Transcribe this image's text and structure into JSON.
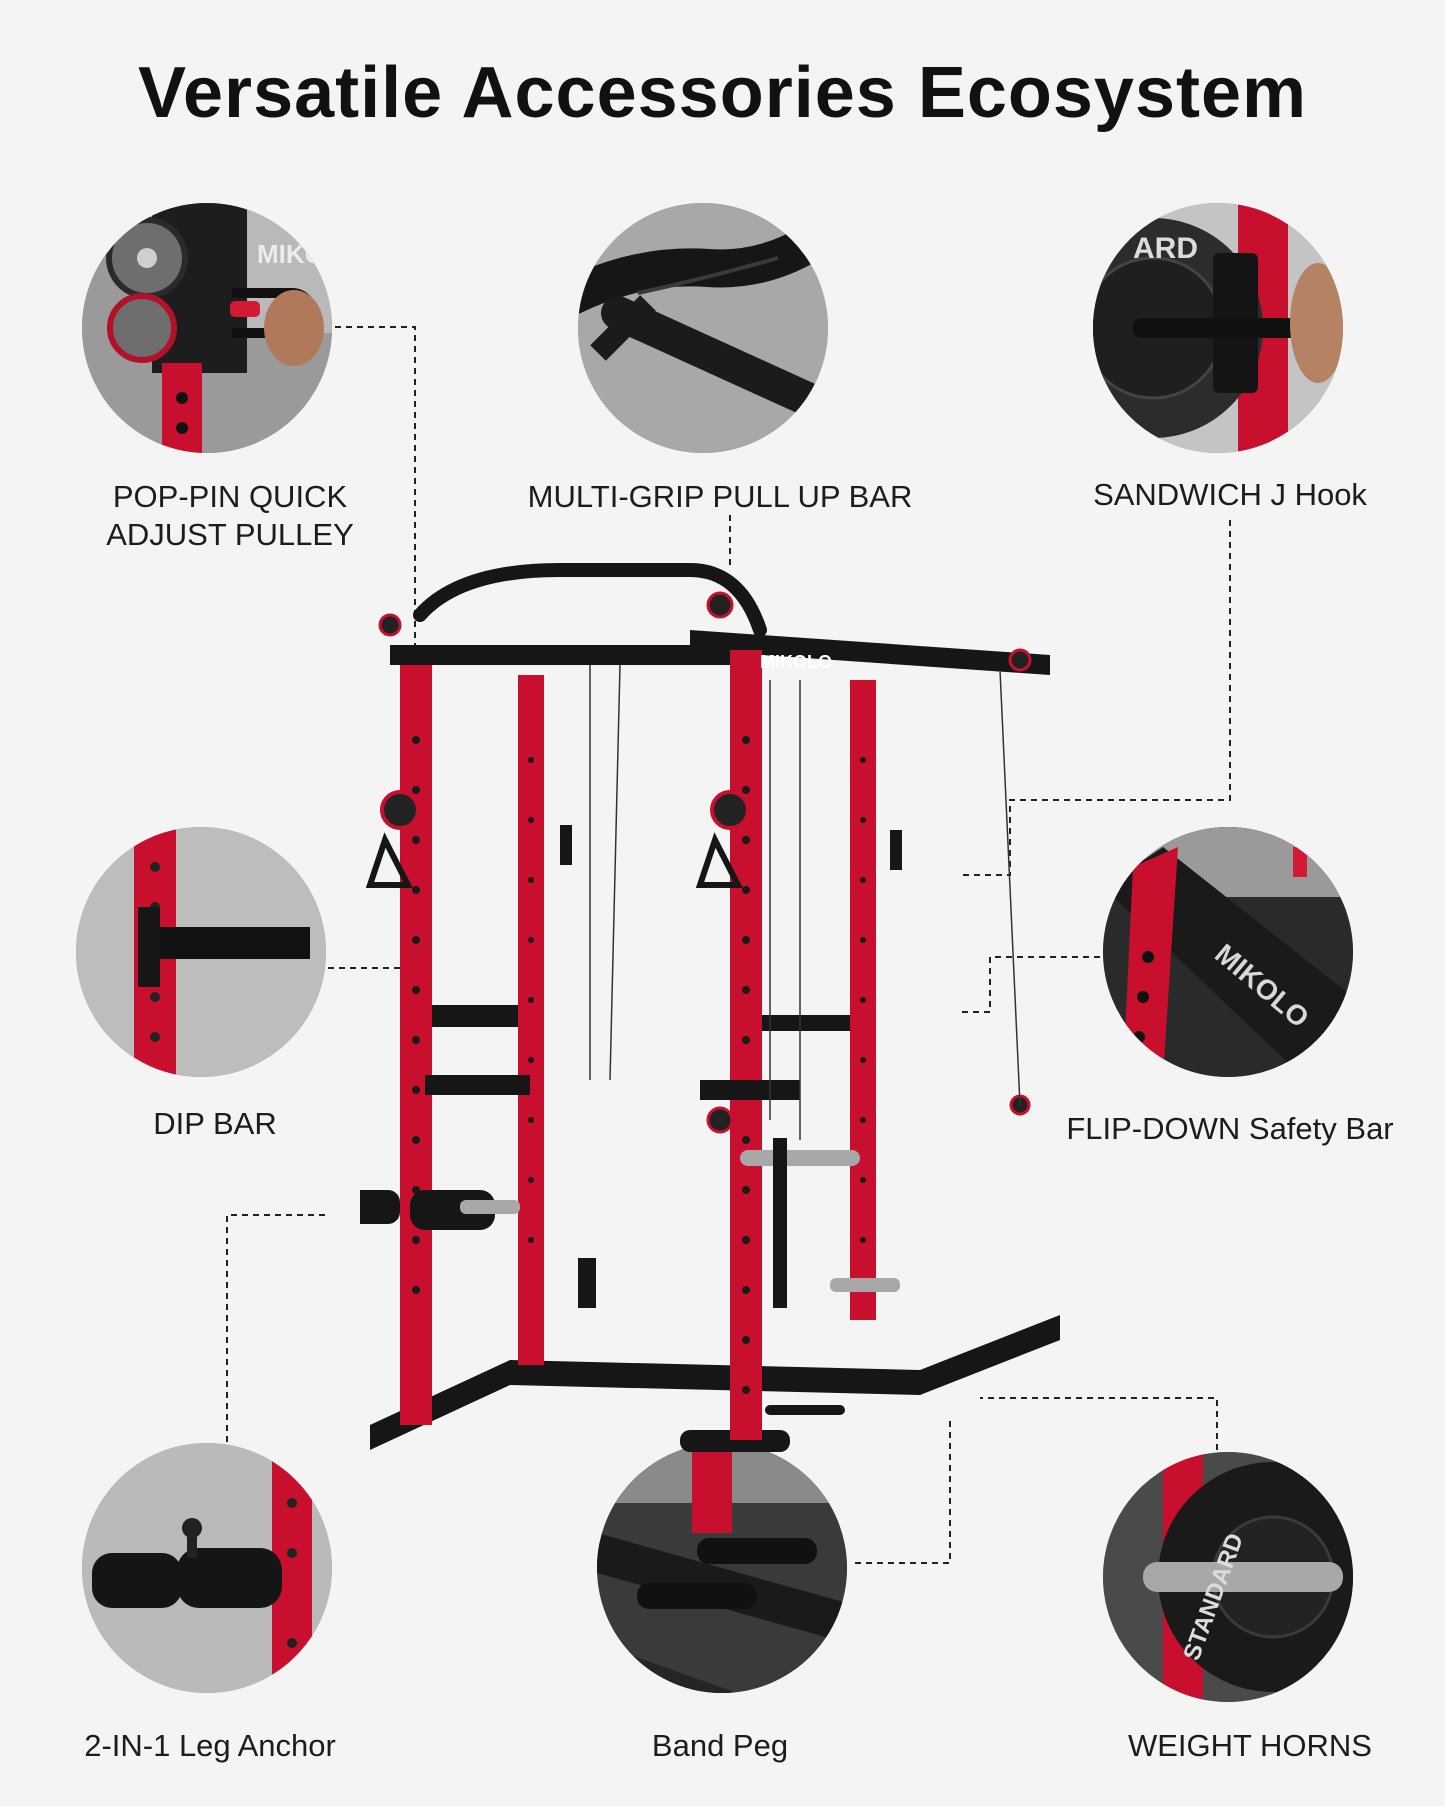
{
  "title": "Versatile Accessories Ecosystem",
  "features": [
    {
      "id": "pulley",
      "label_line1": "POP-PIN QUICK",
      "label_line2": "ADJUST PULLEY"
    },
    {
      "id": "pullup",
      "label_line1": "MULTI-GRIP PULL UP BAR",
      "label_line2": ""
    },
    {
      "id": "jhook",
      "label_line1": "SANDWICH J Hook",
      "label_line2": ""
    },
    {
      "id": "dip",
      "label_line1": "DIP BAR",
      "label_line2": ""
    },
    {
      "id": "safety",
      "label_line1": "FLIP-DOWN Safety Bar",
      "label_line2": ""
    },
    {
      "id": "leg",
      "label_line1": "2-IN-1 Leg Anchor",
      "label_line2": ""
    },
    {
      "id": "peg",
      "label_line1": "Band Peg",
      "label_line2": ""
    },
    {
      "id": "horns",
      "label_line1": "WEIGHT HORNS",
      "label_line2": ""
    }
  ],
  "brand": "MIKOLO",
  "plate_text": "STANDARD",
  "colors": {
    "background": "#f4f4f4",
    "frame_red": "#c8102e",
    "frame_black": "#1a1a1a",
    "circle_gray": "#8a8a8a"
  }
}
